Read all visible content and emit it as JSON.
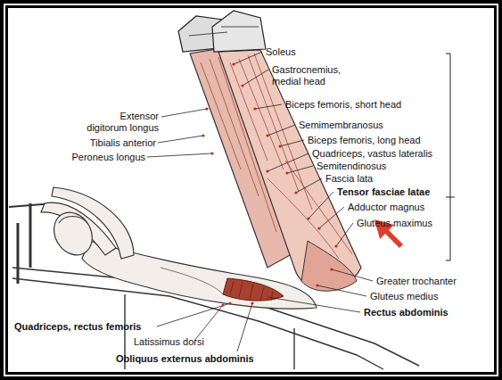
{
  "diagram": {
    "labels": [
      "Soleus",
      "Gastrocnemius, medial head",
      "Extensor digitorum longus",
      "Biceps femoris, short head",
      "Tibialis anterior",
      "Semimembranosus",
      "Peroneus longus",
      "Biceps femoris, long head",
      "Quadriceps, vastus lateralis",
      "Semitendinosus",
      "Fascia lata",
      "Tensor fasciae latae",
      "Adductor magnus",
      "Gluteus maximus",
      "Greater trochanter",
      "Gluteus medius",
      "Rectus abdominis",
      "Quadriceps, rectus femoris",
      "Latissimus dorsi",
      "Obliquus externus abdominis"
    ]
  }
}
